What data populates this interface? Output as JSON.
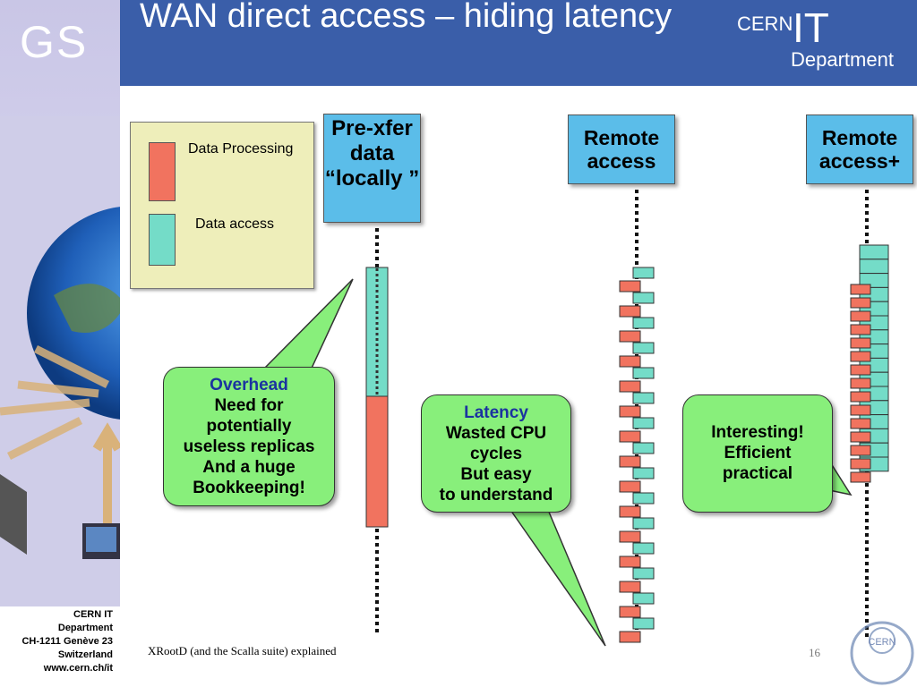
{
  "sidebar": {
    "logo_text": "GS",
    "address": [
      "CERN IT",
      "Department",
      "CH-1211 Genève 23",
      "Switzerland",
      "www.cern.ch/it"
    ]
  },
  "header": {
    "title": "WAN direct access – hiding latency",
    "logo": {
      "cern": "CERN",
      "it": "IT",
      "department": "Department"
    }
  },
  "legend": {
    "items": [
      {
        "label": "Data Processing",
        "color": "#f1735f"
      },
      {
        "label": "Data access",
        "color": "#74dcc8"
      }
    ]
  },
  "columns": [
    {
      "title": "Pre-xfer data “locally ”"
    },
    {
      "title": "Remote access"
    },
    {
      "title": "Remote access+"
    }
  ],
  "bubbles": {
    "overhead": {
      "highlight": "Overhead",
      "lines": [
        "Need for",
        "potentially",
        "useless replicas",
        "And a huge",
        "Bookkeeping!"
      ]
    },
    "latency": {
      "highlight": "Latency",
      "lines": [
        "Wasted CPU",
        "cycles",
        "But easy",
        "to understand"
      ]
    },
    "interesting": {
      "lines": [
        "Interesting!",
        "Efficient",
        "practical"
      ]
    }
  },
  "colors": {
    "header": "#3a5ea9",
    "column_title": "#5bbde9",
    "bubble": "#88ef7b",
    "highlight": "#1b33a0",
    "processing": "#f1735f",
    "access": "#74dcc8"
  },
  "footer": {
    "text": "XRootD (and the Scalla suite) explained",
    "page_number": "16"
  }
}
